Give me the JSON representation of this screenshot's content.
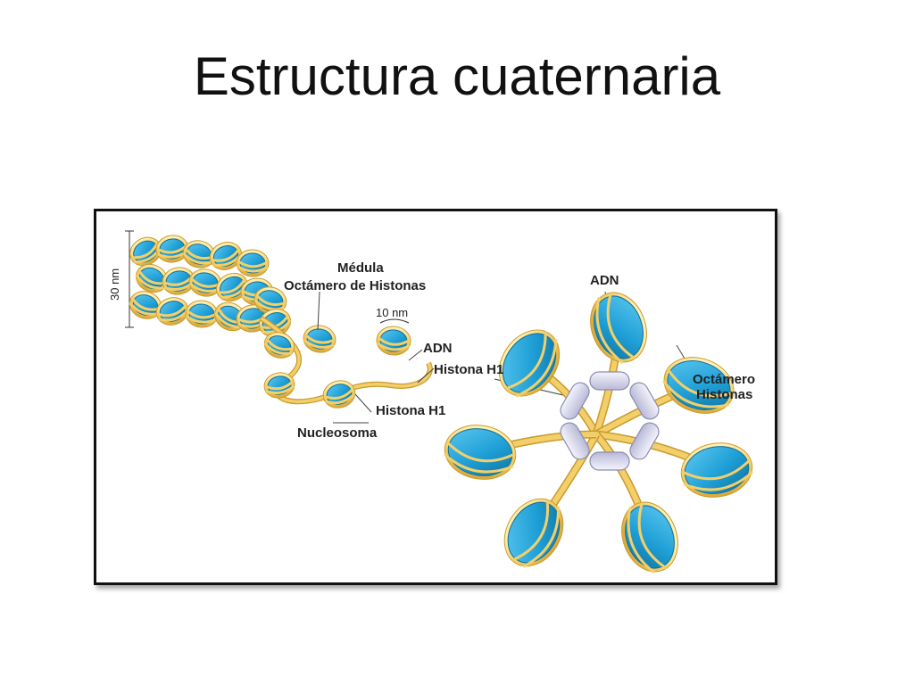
{
  "slide": {
    "title": "Estructura cuaternaria"
  },
  "figure": {
    "labels": {
      "scale_30nm": "30 nm",
      "medula": "Médula",
      "octamero_de_histonas": "Octámero de Histonas",
      "scale_10nm": "10 nm",
      "adn_left": "ADN",
      "histona_h1_upper": "Histona H1",
      "histona_h1_lower": "Histona H1",
      "nucleosoma": "Nucleosoma",
      "adn_right": "ADN",
      "octamero_line1": "Octámero",
      "octamero_line2": "Histonas"
    },
    "colors": {
      "histone_blue": "#1e9fd6",
      "histone_blue_dark": "#0f6f9c",
      "dna_yellow": "#f3cf6a",
      "dna_outline": "#c99a2e",
      "h1_lavender": "#d8d8ee",
      "h1_outline": "#8b8bb0",
      "frame": "#111111"
    }
  }
}
